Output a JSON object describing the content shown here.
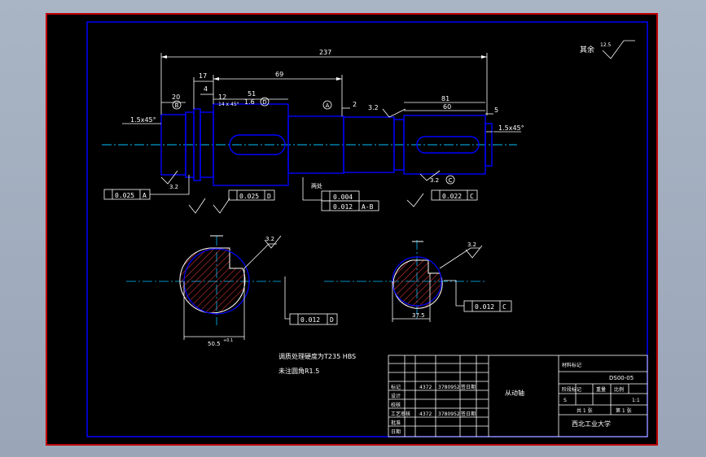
{
  "drawing": {
    "roughness_note": "其余",
    "roughness_value": "12.5",
    "dimensions": {
      "overall_length": "237",
      "d_69": "69",
      "d_51": "51",
      "d_17": "17",
      "d_12": "12",
      "d_20": "20",
      "d_4": "4",
      "d_2": "2",
      "d_81": "81",
      "d_60": "60",
      "d_5": "5",
      "chamfer_left": "1.5x45°",
      "chamfer_right": "1.5x45°",
      "keyway_note": "14 x 45°",
      "roughness_16": "1.6",
      "roughness_32": "3.2",
      "section_left_width": "50.5",
      "section_left_dev": "+0.1",
      "section_right_width": "37.5"
    },
    "datums": {
      "b": "B",
      "d": "D",
      "a": "A",
      "c": "C"
    },
    "tolerances": {
      "tol1_value": "0.025",
      "tol1_ref": "A",
      "tol2_value": "0.025",
      "tol2_ref": "D",
      "tol3_value": "0.004",
      "tol4_value": "0.012",
      "tol4_ref": "A-B",
      "tol5_value": "0.022",
      "tol5_ref": "C",
      "tol6_value": "0.012",
      "tol6_ref": "D",
      "tol7_value": "0.012",
      "tol7_ref": "C"
    },
    "labels": {
      "both_ends": "两处"
    },
    "tech_req_1": "调质处理硬度为T235  HBS",
    "tech_req_2": "未注圆角R1.5"
  },
  "title_block": {
    "material_label": "材料标记",
    "part_name": "从动轴",
    "drawing_no": "DS00-05",
    "row_labels": [
      "标记",
      "设计",
      "校核",
      "工艺审核",
      "批准",
      "日期"
    ],
    "cell_4": "4372",
    "cell_date": "3780952",
    "cell_sign": "签日期",
    "stage_label": "阶段标记",
    "weight_label": "重量",
    "ratio_label": "比例",
    "stage_value": "S",
    "ratio_value": "1:1",
    "sheet_total": "共 1 张",
    "sheet_num": "第 1 张",
    "company": "西北工业大学"
  },
  "colors": {
    "line": "#ffffff",
    "frame": "#0000ff",
    "shaft": "#0000ff",
    "center": "#00bfff",
    "hatch": "#ff4040",
    "border": "#c00000"
  }
}
